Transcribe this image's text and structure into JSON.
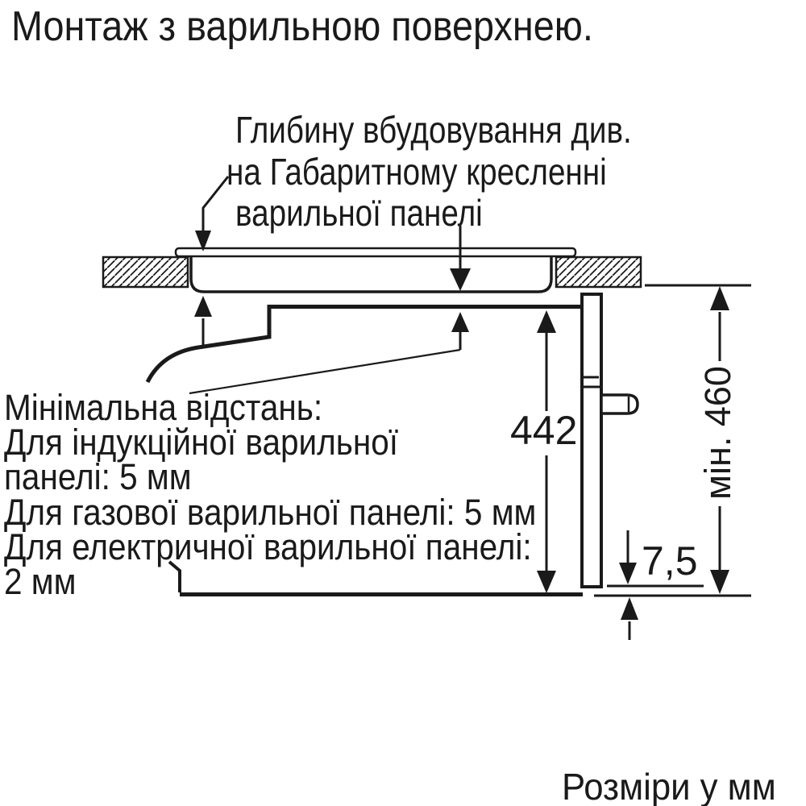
{
  "title": "Монтаж з варильною поверхнею.",
  "depth_note": {
    "line1": "Глибину вбудовування див.",
    "line2": "на Габаритному кресленні",
    "line3": "варильної панелі"
  },
  "min_distance_note": {
    "line1": "Мінімальна відстань:",
    "line2": "Для індукційної варильної",
    "line3": "панелі: 5 мм",
    "line4": "Для газової варильної панелі: 5 мм",
    "line5": "Для електричної варильної панелі:",
    "line6": "2 мм"
  },
  "dimensions": {
    "oven_front_height": "442",
    "door_bottom_gap": "7,5",
    "niche_min_height": "мін. 460"
  },
  "footer": "Розміри у мм",
  "colors": {
    "ink": "#1a1a1a",
    "background": "#ffffff"
  }
}
